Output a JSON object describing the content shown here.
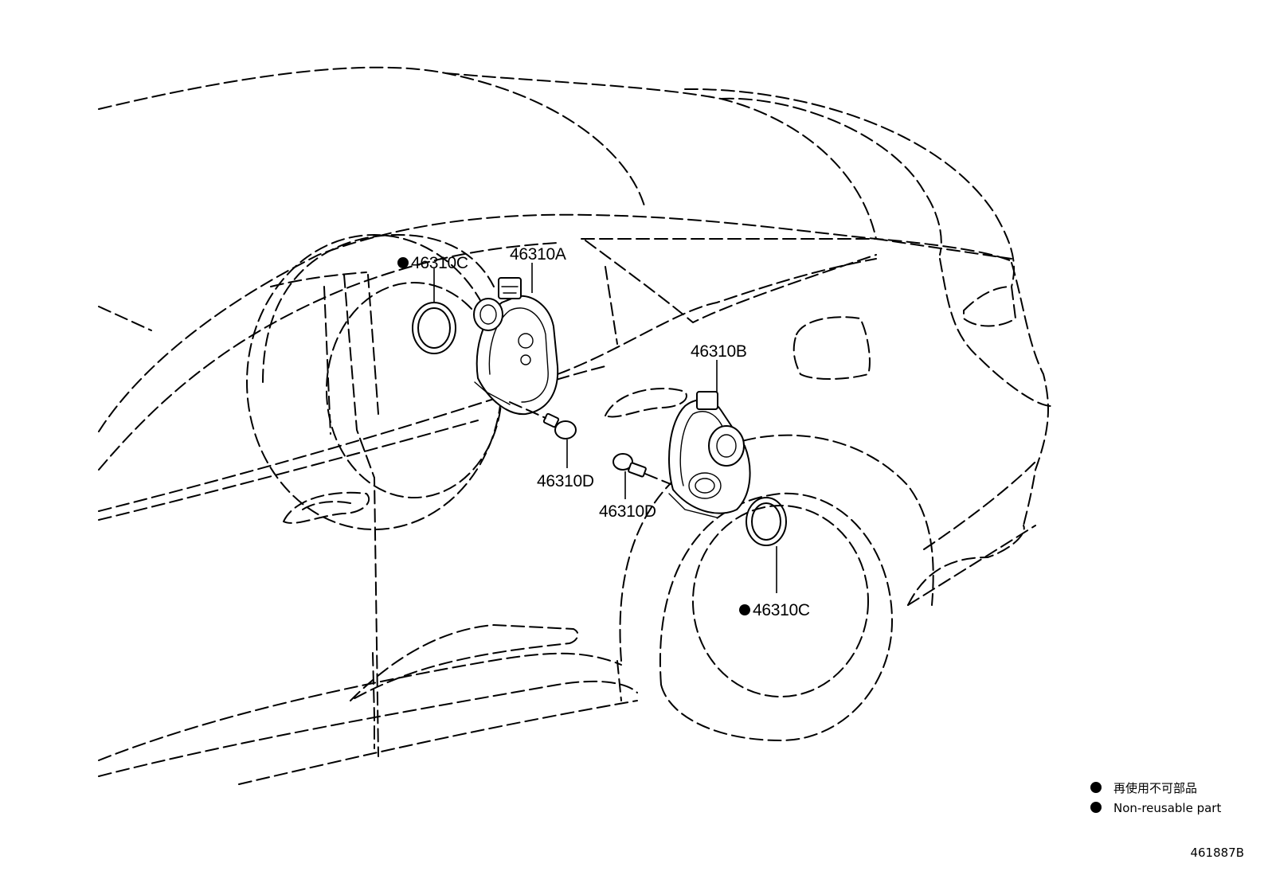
{
  "callouts": {
    "part_46310C_upper": "46310C",
    "part_46310A": "46310A",
    "part_46310B": "46310B",
    "part_46310D_left": "46310D",
    "part_46310D_right": "46310D",
    "part_46310C_lower": "46310C"
  },
  "legend": {
    "jp_label": "再使用不可部品",
    "en_label": "Non-reusable part"
  },
  "figure_number": "461887B"
}
